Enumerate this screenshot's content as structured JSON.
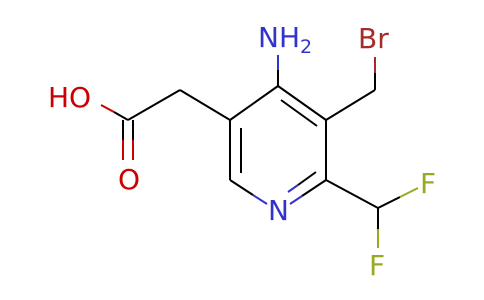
{
  "molecule": {
    "labels": {
      "amino": "NH",
      "amino_subscript": "2",
      "bromine": "Br",
      "hydroxyl": "HO",
      "carbonyl_oxygen": "O",
      "ring_nitrogen": "N",
      "fluorine_upper": "F",
      "fluorine_lower": "F"
    },
    "colors": {
      "carbon_bond": "#000000",
      "nitrogen": "#3333cc",
      "oxygen": "#cc0000",
      "fluorine": "#99aa22",
      "bromine": "#a52a2a"
    }
  }
}
